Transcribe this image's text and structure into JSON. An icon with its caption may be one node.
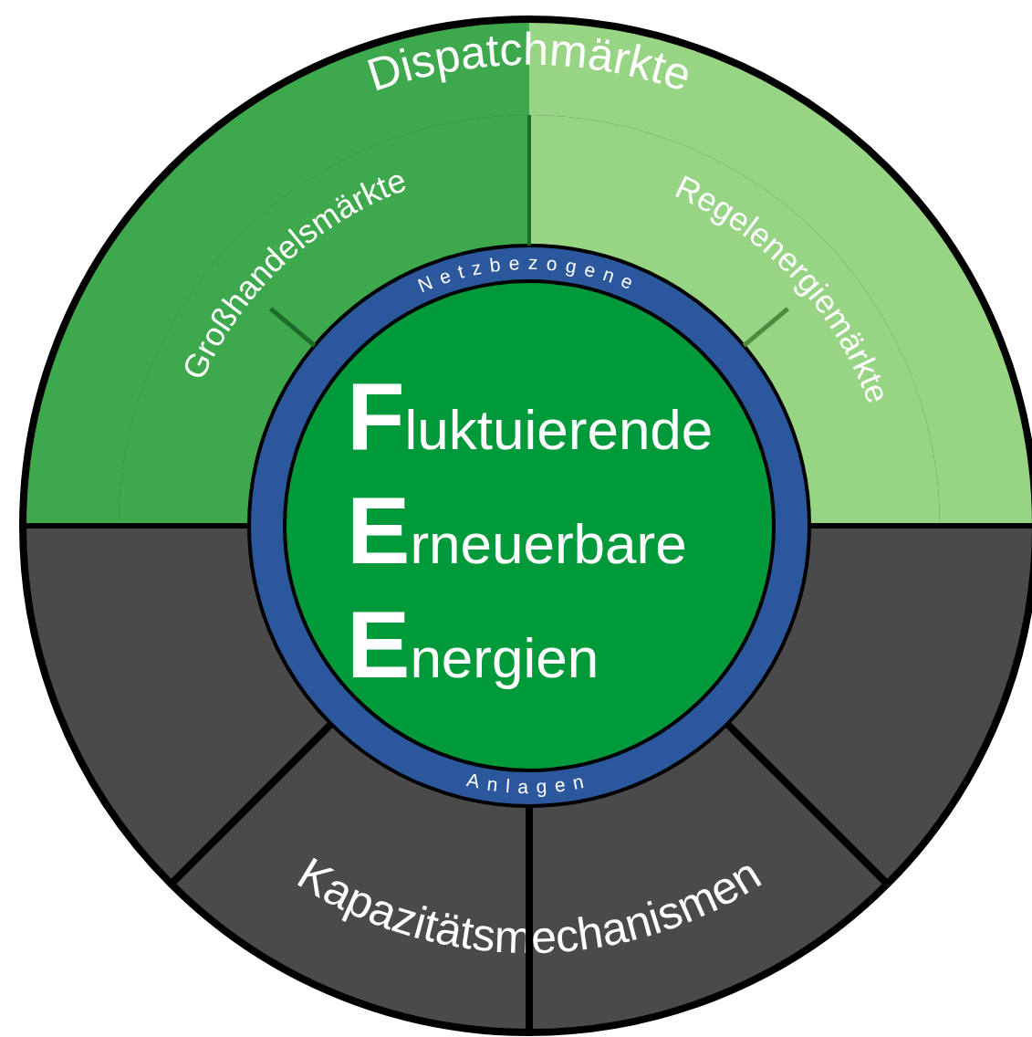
{
  "diagram": {
    "nodes": [
      {
        "text": [
          "Dispatchmärkte"
        ]
      },
      {
        "text": [
          "Großhandelsmärkte"
        ]
      },
      {
        "text": [
          "Regelenergiemärkte"
        ]
      },
      {
        "text": [
          "Kapazitätsmechanismen"
        ]
      },
      {
        "text": [
          "Netzbezogene",
          "Anlagen"
        ]
      },
      {
        "text": [
          "Fluktuierende",
          "Erneuerbare",
          "Energien"
        ],
        "in": 4
      }
    ]
  }
}
